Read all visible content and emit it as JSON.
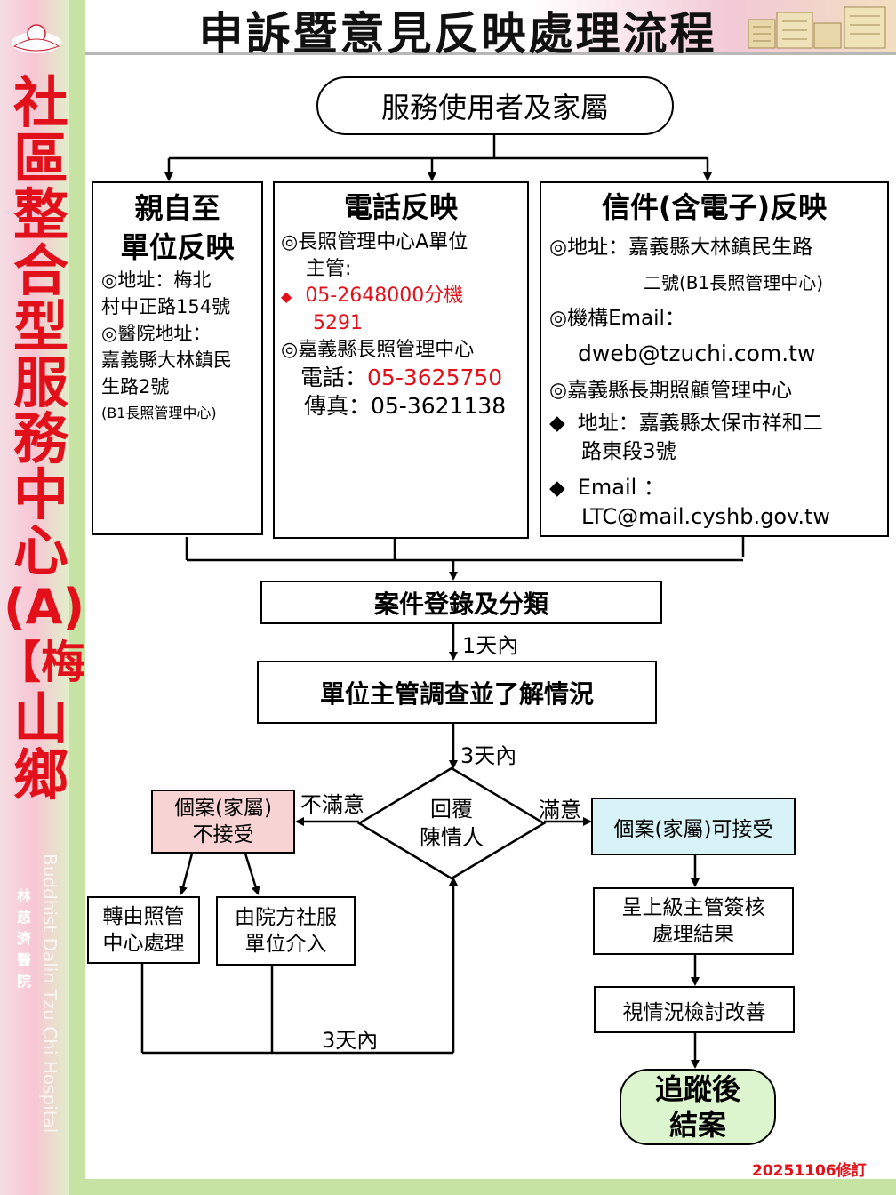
{
  "title": "申訴暨意見反映處理流程",
  "side_title_chars": [
    "社",
    "區",
    "整",
    "合",
    "型",
    "服",
    "務",
    "中",
    "心",
    "(A)",
    "【梅",
    "山",
    "鄉"
  ],
  "side_org_chars": [
    "林",
    "慈",
    "濟",
    "醫",
    "院"
  ],
  "side_org_en": "Buddhist Dalin Tzu Chi Hospital",
  "nodes": {
    "start": "服務使用者及家屬",
    "in_person": {
      "title_l1": "親自至",
      "title_l2": "單位反映",
      "l1": "◎地址：梅北",
      "l2": "村中正路154號",
      "l3": "◎醫院地址：",
      "l4": "嘉義縣大林鎮民",
      "l5": "生路2號",
      "l6": "(B1長照管理中心)"
    },
    "phone": {
      "title": "電話反映",
      "l1": "◎長照管理中心A單位",
      "l2": "主管:",
      "bullet": "◆",
      "l3": "05-2648000分機",
      "l4": "5291",
      "l5": "◎嘉義縣長照管理中心",
      "tel_label": "電話：",
      "tel_value": "05-3625750",
      "fax": "傳真：05-3621138"
    },
    "letter": {
      "title": "信件(含電子)反映",
      "l1": "◎地址：嘉義縣大林鎮民生路",
      "l2": "二號(B1長照管理中心)",
      "l3": "◎機構Email：",
      "l4": "dweb@tzuchi.com.tw",
      "l5": "◎嘉義縣長期照顧管理中心",
      "bullet1": "◆",
      "l6": "地址：嘉義縣太保市祥和二",
      "l7": "路東段3號",
      "bullet2": "◆",
      "l8": "Email ：",
      "l9": "LTC@mail.cyshb.gov.tw"
    },
    "register": "案件登錄及分類",
    "investigate": "單位主管調查並了解情況",
    "decision_l1": "回覆",
    "decision_l2": "陳情人",
    "reject_l1": "個案(家屬)",
    "reject_l2": "不接受",
    "accept": "個案(家屬)可接受",
    "transfer_l1": "轉由照管",
    "transfer_l2": "中心處理",
    "social_l1": "由院方社服",
    "social_l2": "單位介入",
    "approve_l1": "呈上級主管簽核",
    "approve_l2": "處理結果",
    "review": "視情況檢討改善",
    "end_l1": "追蹤後",
    "end_l2": "結案"
  },
  "edge_labels": {
    "day1": "1天內",
    "day3_a": "3天內",
    "unsatisfied": "不滿意",
    "satisfied": "滿意",
    "day3_b": "3天內"
  },
  "revision": "20251106修訂",
  "colors": {
    "start_fill": "#dcf5cf",
    "end_fill": "#dcf5cf",
    "reject_fill": "#f8d3d3",
    "accept_fill": "#d7f3f7",
    "accent_red": "#e1101a"
  }
}
